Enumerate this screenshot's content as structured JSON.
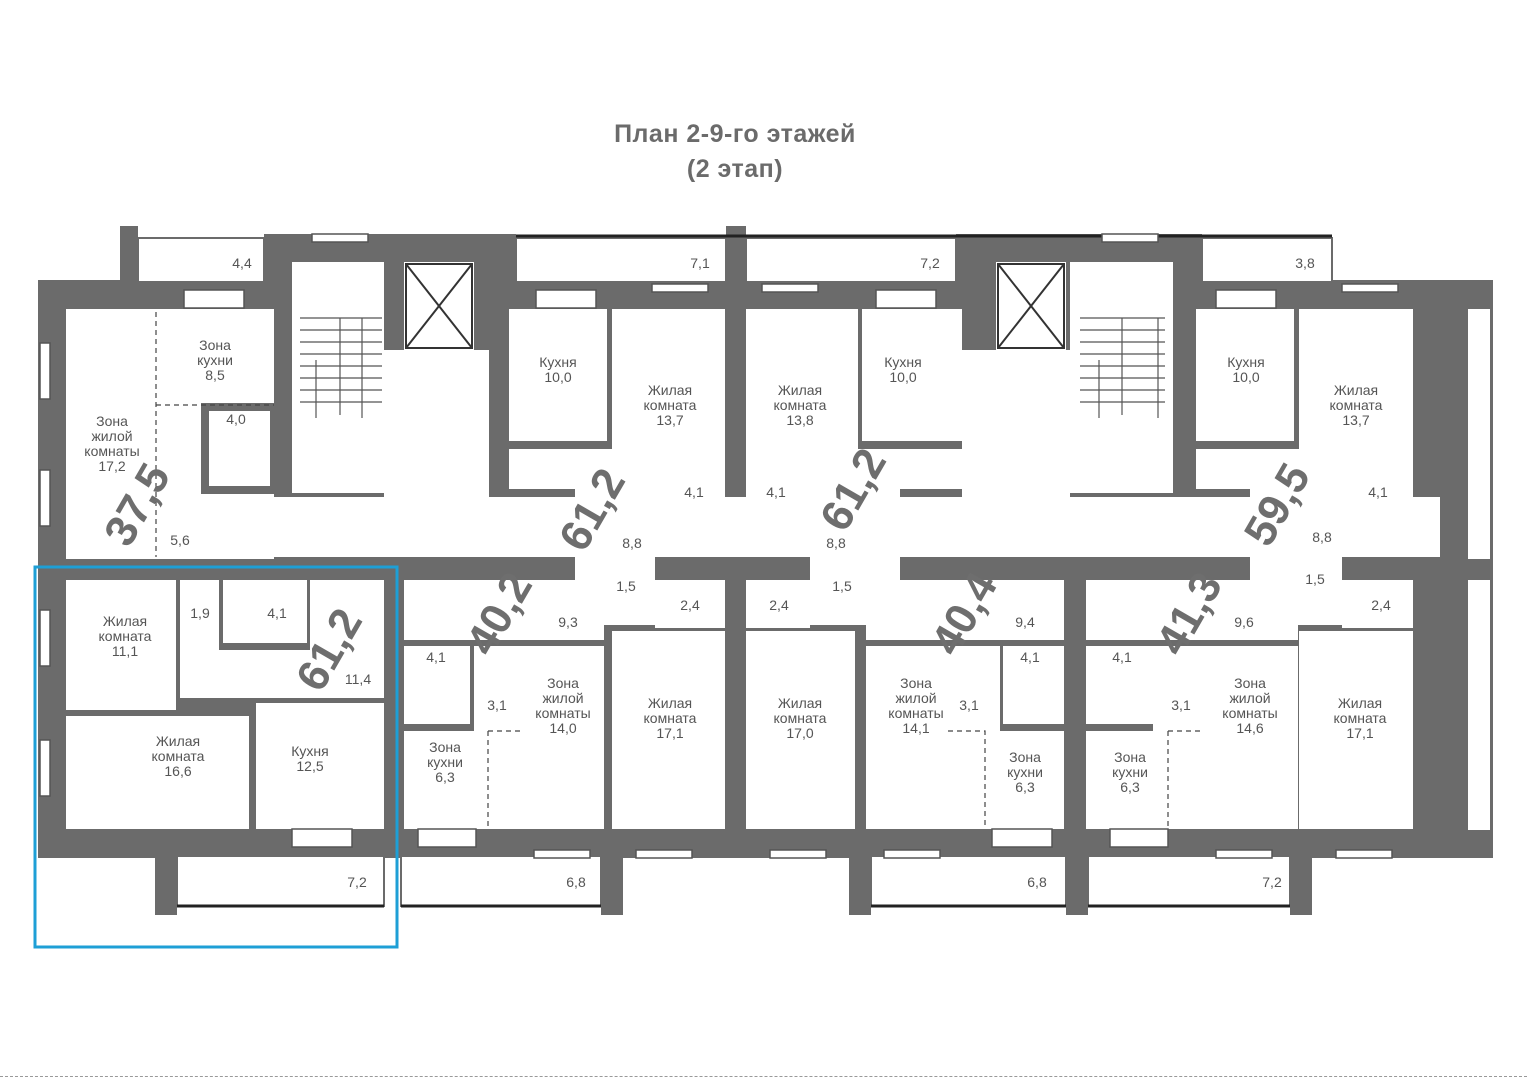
{
  "plan": {
    "title_line1": "План 2-9-го этажей",
    "title_line2": "(2 этап)",
    "highlight_color": "#1e9fd6",
    "wall_color": "#6b6b6b",
    "rooms": [
      {
        "id": "r1",
        "lines": [
          "Зона",
          "кухни",
          "8,5"
        ]
      },
      {
        "id": "r2",
        "lines": [
          "Зона",
          "жилой",
          "комнаты",
          "17,2"
        ]
      },
      {
        "id": "r3",
        "lines": [
          "4,0"
        ]
      },
      {
        "id": "r4",
        "lines": [
          "5,6"
        ]
      },
      {
        "id": "r5",
        "lines": [
          "4,4"
        ]
      },
      {
        "id": "r6",
        "lines": [
          "Кухня",
          "10,0"
        ]
      },
      {
        "id": "r7",
        "lines": [
          "Жилая",
          "комната",
          "13,7"
        ]
      },
      {
        "id": "r8",
        "lines": [
          "7,1"
        ]
      },
      {
        "id": "r9",
        "lines": [
          "4,1"
        ]
      },
      {
        "id": "r10",
        "lines": [
          "8,8"
        ]
      },
      {
        "id": "r11",
        "lines": [
          "Жилая",
          "комната",
          "13,8"
        ]
      },
      {
        "id": "r12",
        "lines": [
          "Кухня",
          "10,0"
        ]
      },
      {
        "id": "r13",
        "lines": [
          "7,2"
        ]
      },
      {
        "id": "r14",
        "lines": [
          "4,1"
        ]
      },
      {
        "id": "r15",
        "lines": [
          "8,8"
        ]
      },
      {
        "id": "r16",
        "lines": [
          "Кухня",
          "10,0"
        ]
      },
      {
        "id": "r17",
        "lines": [
          "Жилая",
          "комната",
          "13,7"
        ]
      },
      {
        "id": "r18",
        "lines": [
          "3,8"
        ]
      },
      {
        "id": "r19",
        "lines": [
          "4,1"
        ]
      },
      {
        "id": "r20",
        "lines": [
          "8,8"
        ]
      },
      {
        "id": "r21",
        "lines": [
          "Жилая",
          "комната",
          "11,1"
        ]
      },
      {
        "id": "r22",
        "lines": [
          "1,9"
        ]
      },
      {
        "id": "r23",
        "lines": [
          "4,1"
        ]
      },
      {
        "id": "r24",
        "lines": [
          "11,4"
        ]
      },
      {
        "id": "r25",
        "lines": [
          "Жилая",
          "комната",
          "16,6"
        ]
      },
      {
        "id": "r26",
        "lines": [
          "Кухня",
          "12,5"
        ]
      },
      {
        "id": "r27",
        "lines": [
          "7,2"
        ]
      },
      {
        "id": "r28",
        "lines": [
          "9,3"
        ]
      },
      {
        "id": "r29",
        "lines": [
          "4,1"
        ]
      },
      {
        "id": "r30",
        "lines": [
          "3,1"
        ]
      },
      {
        "id": "r31",
        "lines": [
          "Зона",
          "жилой",
          "комнаты",
          "14,0"
        ]
      },
      {
        "id": "r32",
        "lines": [
          "Зона",
          "кухни",
          "6,3"
        ]
      },
      {
        "id": "r33",
        "lines": [
          "6,8"
        ]
      },
      {
        "id": "r34",
        "lines": [
          "1,5"
        ]
      },
      {
        "id": "r35",
        "lines": [
          "2,4"
        ]
      },
      {
        "id": "r36",
        "lines": [
          "Жилая",
          "комната",
          "17,1"
        ]
      },
      {
        "id": "r37",
        "lines": [
          "2,4"
        ]
      },
      {
        "id": "r38",
        "lines": [
          "1,5"
        ]
      },
      {
        "id": "r39",
        "lines": [
          "Жилая",
          "комната",
          "17,0"
        ]
      },
      {
        "id": "r40",
        "lines": [
          "9,4"
        ]
      },
      {
        "id": "r41",
        "lines": [
          "4,1"
        ]
      },
      {
        "id": "r42",
        "lines": [
          "3,1"
        ]
      },
      {
        "id": "r43",
        "lines": [
          "Зона",
          "жилой",
          "комнаты",
          "14,1"
        ]
      },
      {
        "id": "r44",
        "lines": [
          "Зона",
          "кухни",
          "6,3"
        ]
      },
      {
        "id": "r45",
        "lines": [
          "6,8"
        ]
      },
      {
        "id": "r46",
        "lines": [
          "9,6"
        ]
      },
      {
        "id": "r47",
        "lines": [
          "4,1"
        ]
      },
      {
        "id": "r48",
        "lines": [
          "3,1"
        ]
      },
      {
        "id": "r49",
        "lines": [
          "Зона",
          "жилой",
          "комнаты",
          "14,6"
        ]
      },
      {
        "id": "r50",
        "lines": [
          "Зона",
          "кухни",
          "6,3"
        ]
      },
      {
        "id": "r51",
        "lines": [
          "7,2"
        ]
      },
      {
        "id": "r52",
        "lines": [
          "1,5"
        ]
      },
      {
        "id": "r53",
        "lines": [
          "2,4"
        ]
      },
      {
        "id": "r54",
        "lines": [
          "Жилая",
          "комната",
          "17,1"
        ]
      }
    ],
    "apartments": [
      {
        "id": "a1",
        "area": "37,5"
      },
      {
        "id": "a2",
        "area": "61,2"
      },
      {
        "id": "a3",
        "area": "61,2"
      },
      {
        "id": "a4",
        "area": "59,5"
      },
      {
        "id": "a5",
        "area": "61,2"
      },
      {
        "id": "a6",
        "area": "40,2"
      },
      {
        "id": "a7",
        "area": "40,4"
      },
      {
        "id": "a8",
        "area": "41,3"
      }
    ]
  }
}
